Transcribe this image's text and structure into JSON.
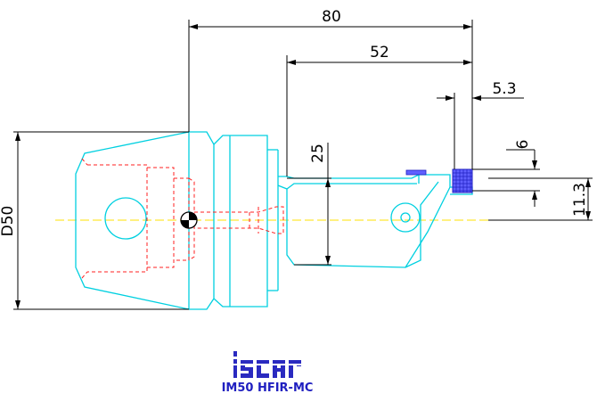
{
  "colors": {
    "outline": "#00d0e0",
    "hidden": "#ff2020",
    "centerline": "#ffe000",
    "dimension": "#000000",
    "insert": "#3030e0",
    "logo": "#2a2ac0"
  },
  "logo": {
    "icon": "iscar-logo-icon",
    "text": "iscar"
  },
  "part_number": "IM50 HFIR-MC",
  "dimensions": {
    "overall_length": "80",
    "body_length": "52",
    "insert_offset": "5.3",
    "shank_diameter": "D50",
    "neck_diameter": "25",
    "cut_height": "6",
    "center_height": "11.3"
  }
}
